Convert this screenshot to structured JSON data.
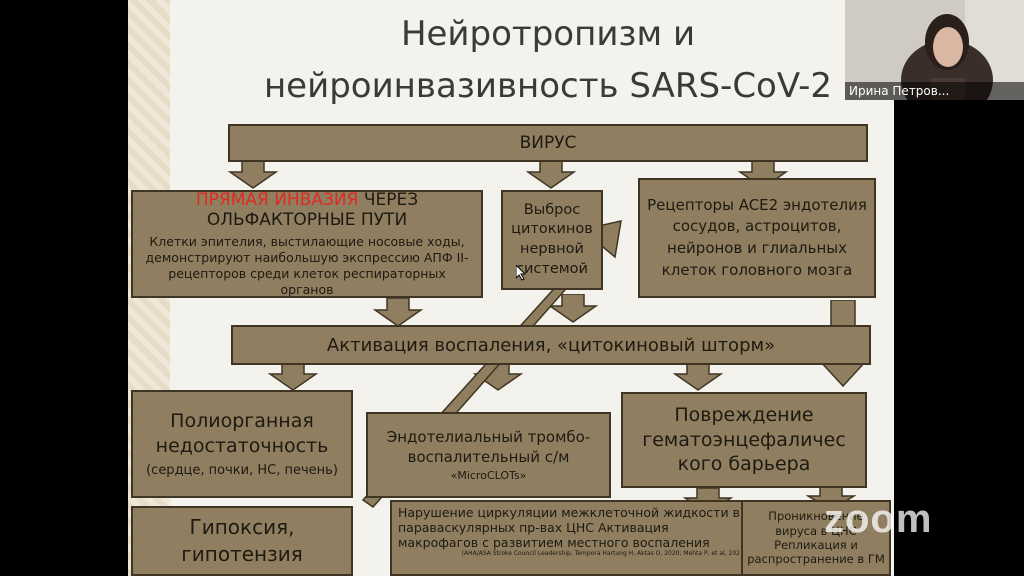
{
  "slide": {
    "title_line1": "Нейротропизм и",
    "title_line2": "нейроинвазивность SARS-CoV-2",
    "virus_box": "ВИРУС",
    "olfactory": {
      "highlight": "ПРЯМАЯ ИНВАЗИЯ",
      "rest": " ЧЕРЕЗ ОЛЬФАКТОРНЫЕ ПУТИ",
      "body": "Клетки эпителия, выстилающие носовые ходы, демонстрируют наибольшую экспрессию АПФ II-рецепторов среди клеток респираторных органов"
    },
    "cytokine_release": "Выброс цитокинов нервной системой",
    "ace2_receptors": "Рецепторы ACE2 эндотелия сосудов, астроцитов, нейронов и глиальных клеток головного мозга",
    "inflammation_bar": "Активация воспаления, «цитокиновый шторм»",
    "multiorgan": {
      "title": "Полиорганная недостаточность",
      "body": "(сердце, почки, НС, печень)"
    },
    "endothelial": {
      "title": "Эндотелиальный тромбо-воспалительный с/м",
      "body": "«MicroCLOTs»"
    },
    "bbb_damage": "Повреждение гематоэнцефаличес кого барьера",
    "hypoxia": "Гипоксия, гипотензия",
    "circulation": {
      "body": "Нарушение циркуляции межклеточной жидкости в параваскулярных пр-вах ЦНС Активация макрофагов с развитием местного воспаления",
      "refs": "(AHA/ASA Stroke Council Leadership. Tempora Hartung H, Aktas O, 2020; Mehta P, et al, 202"
    },
    "penetration": "Проникновение вируса в ЦНС Репликация и распространение в ГМ"
  },
  "participant": {
    "name": "Ирина Петров..."
  },
  "watermark": "zoom",
  "colors": {
    "box_fill": "#8f7f60",
    "box_border": "#3f3522",
    "highlight_red": "#e02a20",
    "slide_bg": "#f4f2ec"
  }
}
